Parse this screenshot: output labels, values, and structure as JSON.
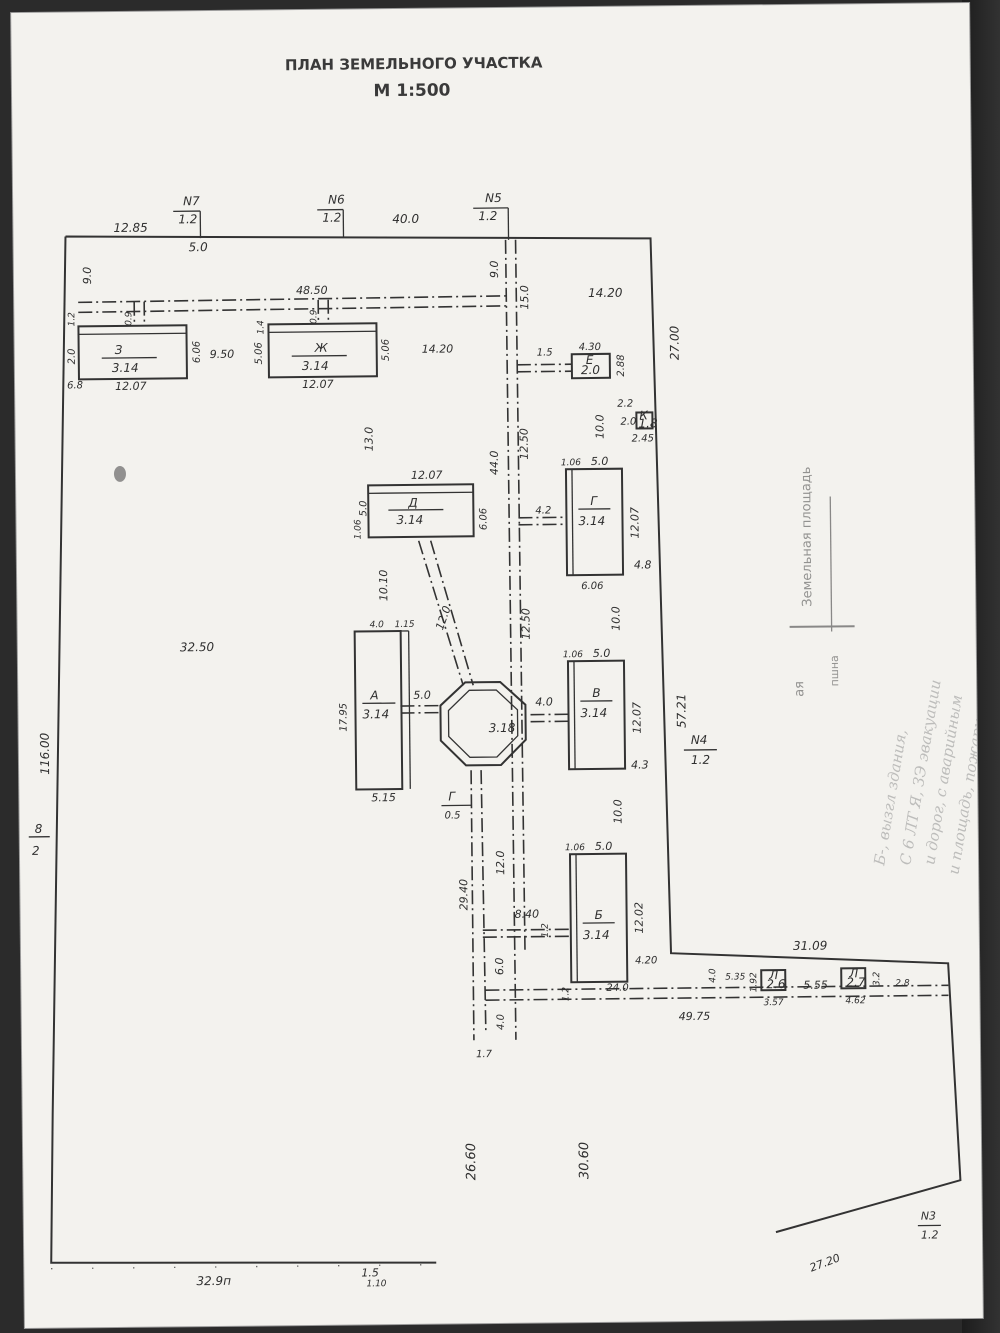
{
  "title": {
    "line1": "ПЛАН ЗЕМЕЛЬНОГО УЧАСТКА",
    "line2": "М 1:500"
  },
  "points": [
    {
      "name": "N7",
      "value": "1.2"
    },
    {
      "name": "N6",
      "value": "1.2"
    },
    {
      "name": "N5",
      "value": "1.2"
    },
    {
      "name": "N4",
      "value": "1.2"
    },
    {
      "name": "N3",
      "value": "1.2"
    }
  ],
  "buildings": {
    "z": {
      "letter": "З",
      "code": "3.14"
    },
    "zh": {
      "letter": "Ж",
      "code": "3.14"
    },
    "d": {
      "letter": "Д",
      "code": "3.14"
    },
    "g": {
      "letter": "Г",
      "code": "3.14"
    },
    "a": {
      "letter": "А",
      "code": "3.14"
    },
    "v": {
      "letter": "В",
      "code": "3.14"
    },
    "b": {
      "letter": "Б",
      "code": "3.14"
    },
    "e": {
      "letter": "Е",
      "code": "2.0"
    },
    "small_k": {
      "letter": "К",
      "code": "1.8"
    },
    "small_l": {
      "letter": "Л",
      "code": "2.6"
    },
    "small_m": {
      "letter": "Л",
      "code": "2.7"
    },
    "center": {
      "code": "3.18"
    }
  },
  "dimensions": {
    "top_12_85": "12.85",
    "top_5_0": "5.0",
    "top_40_0": "40.0",
    "left_9_0": "9.0",
    "passage_48_50": "48.50",
    "z_1_2": "1.2",
    "z_2_0": "2.0",
    "z_0_9": "0.9",
    "z_6_06": "6.06",
    "z_6_8": "6.8",
    "z_12_07": "12.07",
    "gap_9_50": "9.50",
    "zh_1_4": "1.4",
    "zh_0_9": "0.9",
    "zh_5_06a": "5.06",
    "zh_5_06b": "5.06",
    "zh_12_07": "12.07",
    "r_14_20a": "14.20",
    "v_9_0": "9.0",
    "v_15_0": "15.0",
    "v_14_20b": "14.20",
    "v_27_00": "27.00",
    "e_1_5": "1.5",
    "e_4_30": "4.30",
    "e_2_88": "2.88",
    "k_2_2": "2.2",
    "k_10_0": "10.0",
    "k_2_0": "2.0",
    "k_2_45": "2.45",
    "v_13_0": "13.0",
    "d_12_07": "12.07",
    "d_1_06": "1.06",
    "d_5_0": "5.0",
    "d_6_06": "6.06",
    "v_44_0": "44.0",
    "v_12_50a": "12.50",
    "g_1_06": "1.06",
    "g_5_0": "5.0",
    "g_4_2": "4.2",
    "g_12_07": "12.07",
    "g_6_06": "6.06",
    "g_4_8": "4.8",
    "v_10_10": "10.10",
    "v_12_0": "12.0",
    "v_12_50b": "12.50",
    "v_10_0a": "10.0",
    "a_4_0": "4.0",
    "a_1_15": "1.15",
    "a_17_95": "17.95",
    "a_5_0": "5.0",
    "a_5_15": "5.15",
    "left_32_50": "32.50",
    "vb_1_06": "1.06",
    "vb_5_0": "5.0",
    "vb_4_0": "4.0",
    "vb_12_07": "12.07",
    "vb_4_3": "4.3",
    "r_57_21": "57.21",
    "g0_5": "0.5",
    "g_letter": "Г",
    "left_116_00": "116.00",
    "left_frac_top": "8",
    "left_frac_bot": "2",
    "b_1_06": "1.06",
    "b_5_0": "5.0",
    "v_10_0b": "10.0",
    "v_29_40": "29.40",
    "v_12_0b": "12.0",
    "b_8_40": "8.40",
    "b_1_2": "1.2",
    "b_12_02": "12.02",
    "v_6_0": "6.0",
    "b_4_20": "4.20",
    "r_31_09": "31.09",
    "b_1_2b": "1.2",
    "b_24_0": "24.0",
    "b_4_0": "4.0",
    "b_5_35": "5.35",
    "b_1_92": "1.92",
    "b_3_57": "3.57",
    "b_5_55": "5.55",
    "b_4_62": "4.62",
    "b_3_2": "3.2",
    "b_2_8": "2.8",
    "b_49_75": "49.75",
    "v_4_0": "4.0",
    "v_1_7": "1.7",
    "b_26_60": "26.60",
    "b_30_60": "30.60",
    "br_27_20": "27.20",
    "bot_32_9": "32.9п",
    "bot_1_5": "1.5",
    "bot_1_10": "1.10"
  },
  "stamp": {
    "text": "Земельная площадь",
    "partial1": "ая",
    "partial2": "пшна"
  },
  "handwriting": [
    "Б-, вызгл здания,",
    "С 6 ЛТ Я, ЗЭ эвакуации",
    "и дорог, с аварийным",
    "и площадь, пожарного водо"
  ]
}
